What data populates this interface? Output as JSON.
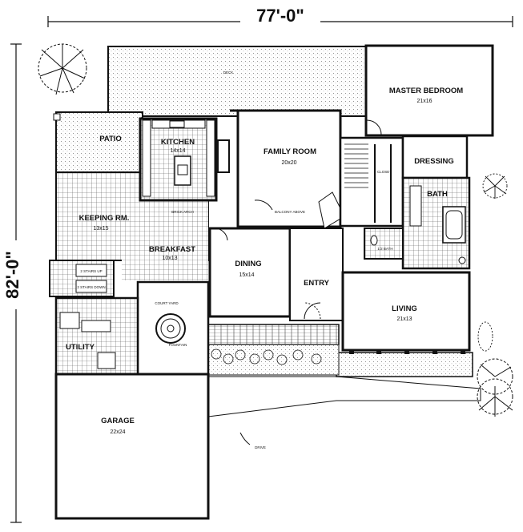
{
  "dimensions": {
    "width": "77'-0\"",
    "depth": "82'-0\""
  },
  "rooms": {
    "master_bedroom": {
      "name": "MASTER BEDROOM",
      "size": "21x16"
    },
    "family_room": {
      "name": "FAMILY ROOM",
      "size": "20x20"
    },
    "kitchen": {
      "name": "KITCHEN",
      "size": "14x14"
    },
    "patio": {
      "name": "PATIO"
    },
    "dressing": {
      "name": "DRESSING"
    },
    "bath": {
      "name": "BATH"
    },
    "closet": {
      "name": "CLOSET"
    },
    "half_bath": {
      "name": "1/2 BATH"
    },
    "keeping_room": {
      "name": "KEEPING RM.",
      "size": "13x15"
    },
    "breakfast": {
      "name": "BREAKFAST",
      "size": "10x13"
    },
    "dining": {
      "name": "DINING",
      "size": "15x14"
    },
    "entry": {
      "name": "ENTRY"
    },
    "living": {
      "name": "LIVING",
      "size": "21x13"
    },
    "utility": {
      "name": "UTILITY"
    },
    "garage": {
      "name": "GARAGE",
      "size": "22x24"
    }
  },
  "annotations": {
    "deck": "DECK",
    "brick_arch": "BRICK ARCH",
    "balcony_above": "BALCONY ABOVE",
    "court_yard": "COURT YARD",
    "fountain": "FOUNTAIN",
    "drive": "DRIVE",
    "stairs_up": "2 STAIRS UP",
    "stairs_down": "2 STAIRS DOWN"
  }
}
